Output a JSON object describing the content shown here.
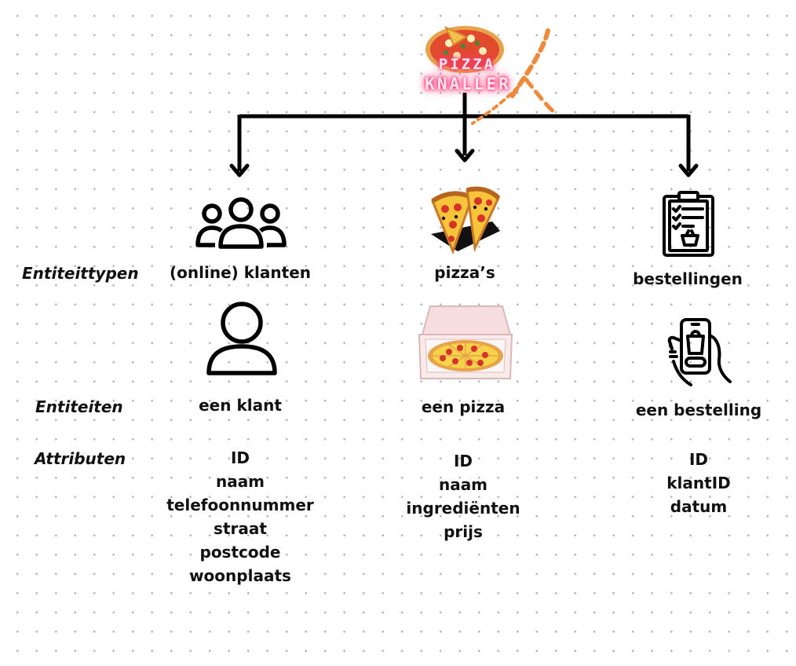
{
  "logo": {
    "line1": "PIZZA",
    "line2": "KNALLER"
  },
  "row_labels": {
    "entity_types": "Entiteittypen",
    "entities": "Entiteiten",
    "attributes": "Attributen"
  },
  "columns": [
    {
      "type_label": "(online) klanten",
      "entity_label": "een klant",
      "attributes": [
        "ID",
        "naam",
        "telefoonnummer",
        "straat",
        "postcode",
        "woonplaats"
      ]
    },
    {
      "type_label": "pizza’s",
      "entity_label": "een pizza",
      "attributes": [
        "ID",
        "naam",
        "ingrediënten",
        "prijs"
      ]
    },
    {
      "type_label": "bestellingen",
      "entity_label": "een bestelling",
      "attributes": [
        "ID",
        "klantID",
        "datum"
      ]
    }
  ]
}
